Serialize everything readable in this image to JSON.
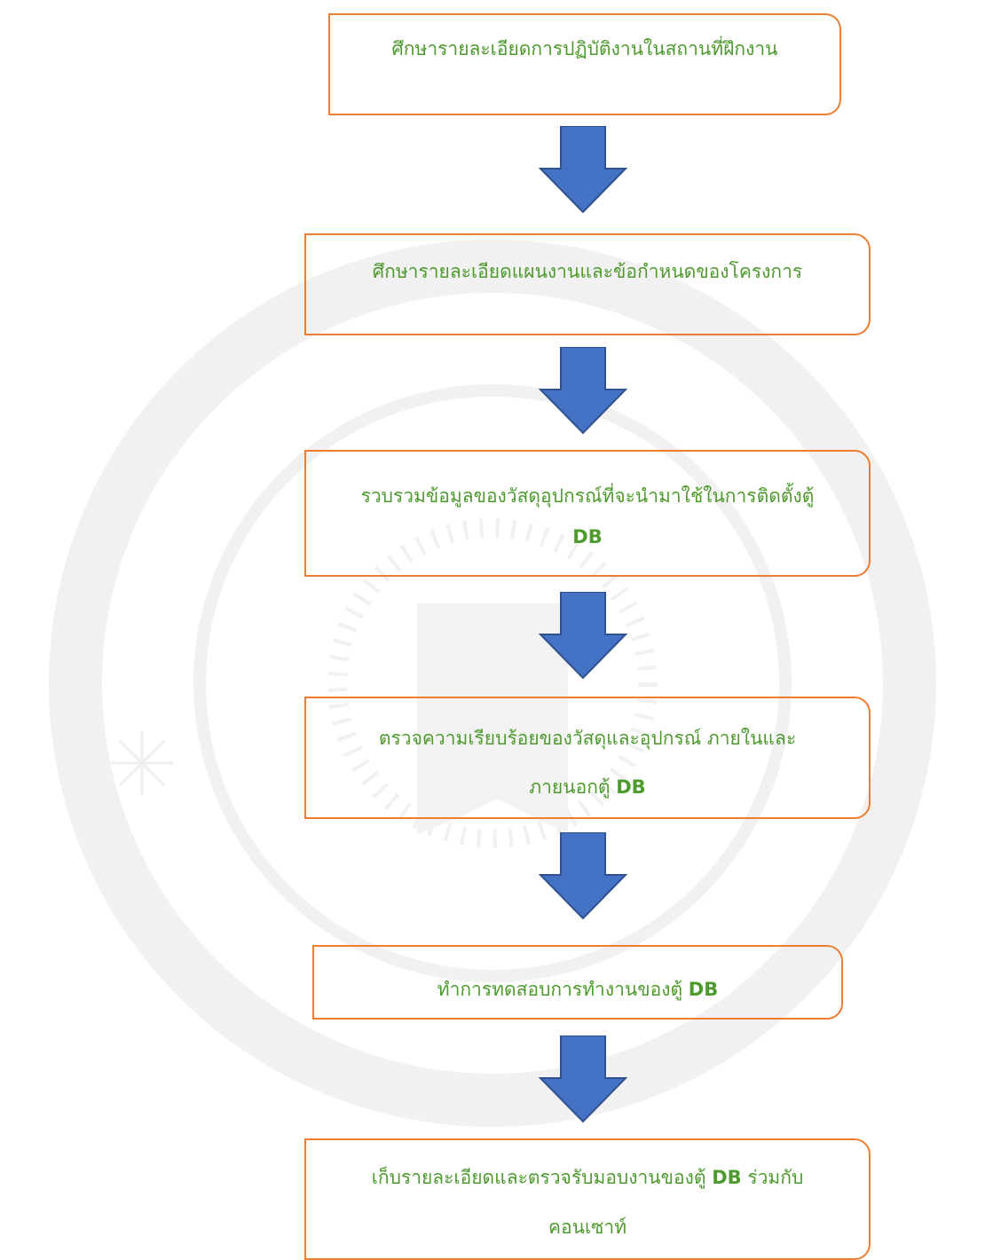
{
  "flowchart": {
    "steps": [
      {
        "lines": [
          {
            "text": "ศึกษารายละเอียดการปฏิบัติงานในสถานที่ฝึกงาน",
            "bold": ""
          }
        ]
      },
      {
        "lines": [
          {
            "text": "ศึกษารายละเอียดแผนงานและข้อกำหนดของโครงการ",
            "bold": ""
          }
        ]
      },
      {
        "lines": [
          {
            "text": "รวบรวมข้อมูลของวัสดุอุปกรณ์ที่จะนำมาใช้ในการติดตั้งตู้",
            "bold": ""
          },
          {
            "text": "",
            "bold": "DB"
          }
        ]
      },
      {
        "lines": [
          {
            "text": "ตรวจความเรียบร้อยของวัสดุและอุปกรณ์ ภายในและ",
            "bold": ""
          },
          {
            "text": "ภายนอกตู้ ",
            "bold": "DB"
          }
        ]
      },
      {
        "lines": [
          {
            "text": "ทำการทดสอบการทำงานของตู้ ",
            "bold": "DB"
          }
        ]
      },
      {
        "lines": [
          {
            "text": "เก็บรายละเอียดและตรวจรับมอบงานของตู้ ",
            "bold": "DB",
            "after": " ร่วมกับ"
          },
          {
            "text": "คอนเซาท์",
            "bold": ""
          }
        ]
      }
    ]
  },
  "colors": {
    "box_border": "#ED7D31",
    "text": "#4E9A2E",
    "arrow_fill": "#4472C4",
    "arrow_stroke": "#2F528F"
  }
}
